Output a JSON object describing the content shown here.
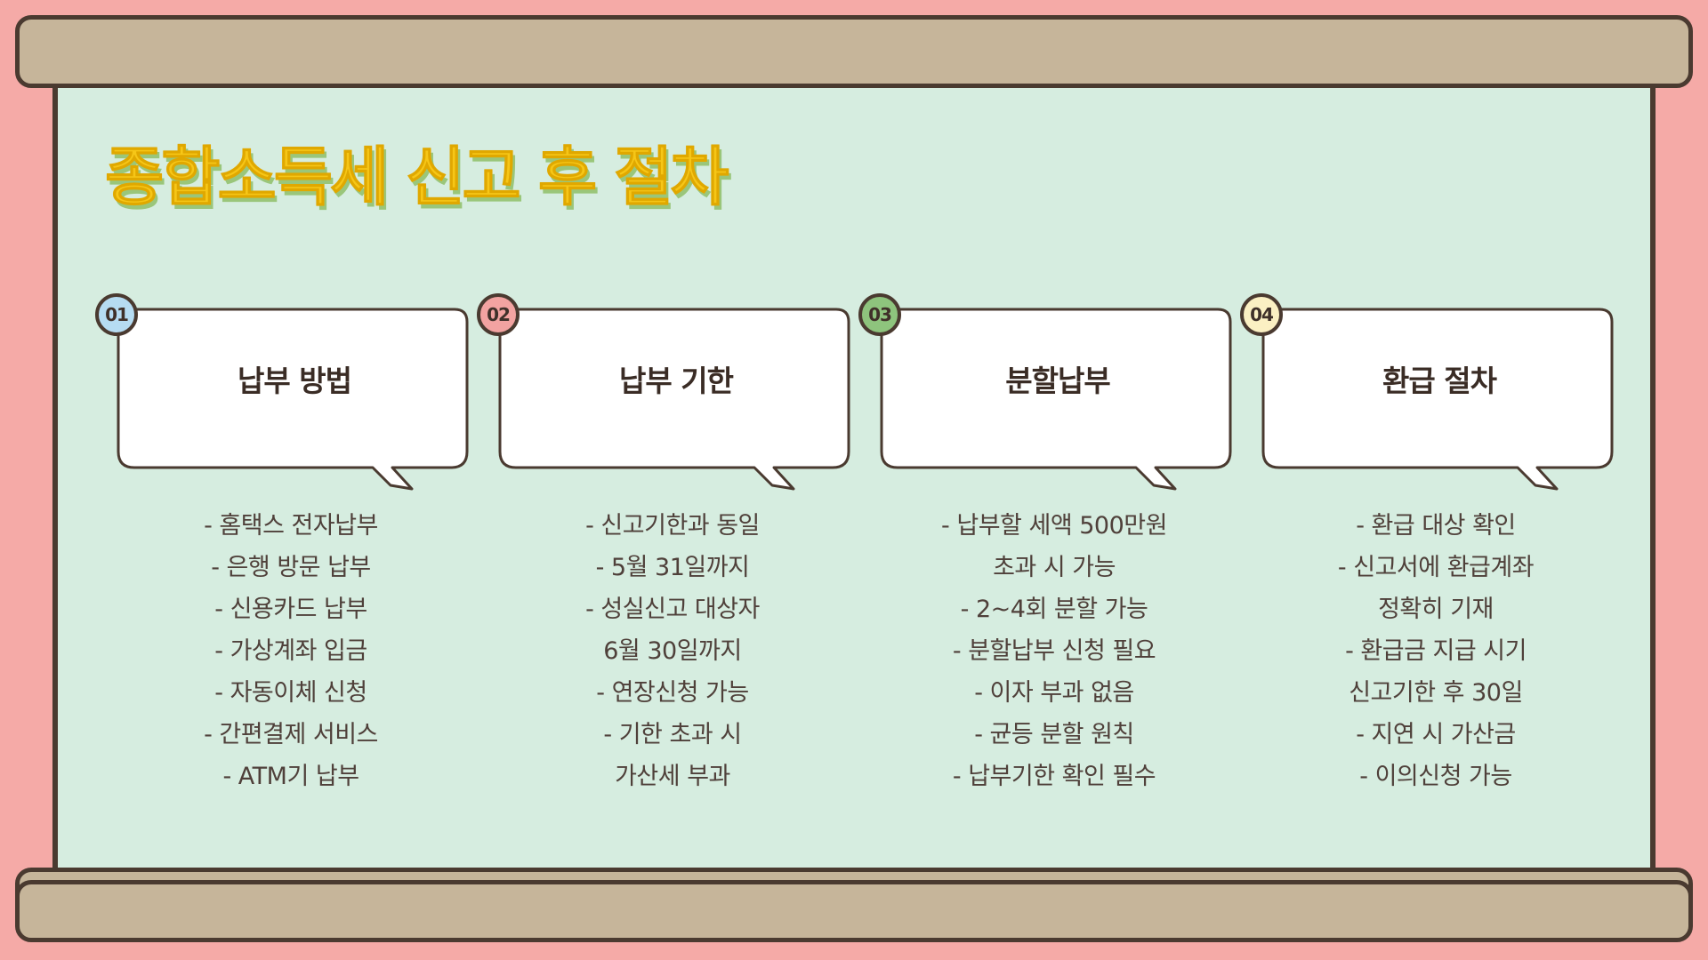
{
  "title": "종합소득세 신고 후 절차",
  "colors": {
    "background": "#f5aaa7",
    "board": "#d6ede0",
    "rod": "#c6b59a",
    "outline": "#4a3a30",
    "title": "#f6c617",
    "title_shadow": "#9ac67a"
  },
  "cards": [
    {
      "number": "01",
      "badge_color": "#b6dcf2",
      "title": "납부 방법",
      "items": [
        "- 홈택스 전자납부",
        "- 은행 방문 납부",
        "- 신용카드 납부",
        "- 가상계좌 입금",
        "- 자동이체 신청",
        "- 간편결제 서비스",
        "- ATM기 납부"
      ]
    },
    {
      "number": "02",
      "badge_color": "#f2a3a1",
      "title": "납부 기한",
      "items": [
        "- 신고기한과 동일",
        "- 5월 31일까지",
        "- 성실신고 대상자",
        "6월 30일까지",
        "- 연장신청 가능",
        "- 기한 초과 시",
        "가산세 부과"
      ]
    },
    {
      "number": "03",
      "badge_color": "#8ec47d",
      "title": "분할납부",
      "items": [
        "- 납부할 세액 500만원",
        "초과 시 가능",
        "- 2~4회 분할 가능",
        "- 분할납부 신청 필요",
        "- 이자 부과 없음",
        "- 균등 분할 원칙",
        "- 납부기한 확인 필수"
      ]
    },
    {
      "number": "04",
      "badge_color": "#fbf0c3",
      "title": "환급 절차",
      "items": [
        "- 환급 대상 확인",
        "- 신고서에 환급계좌",
        "정확히 기재",
        "- 환급금 지급 시기",
        "신고기한 후 30일",
        "- 지연 시 가산금",
        "- 이의신청 가능"
      ]
    }
  ]
}
